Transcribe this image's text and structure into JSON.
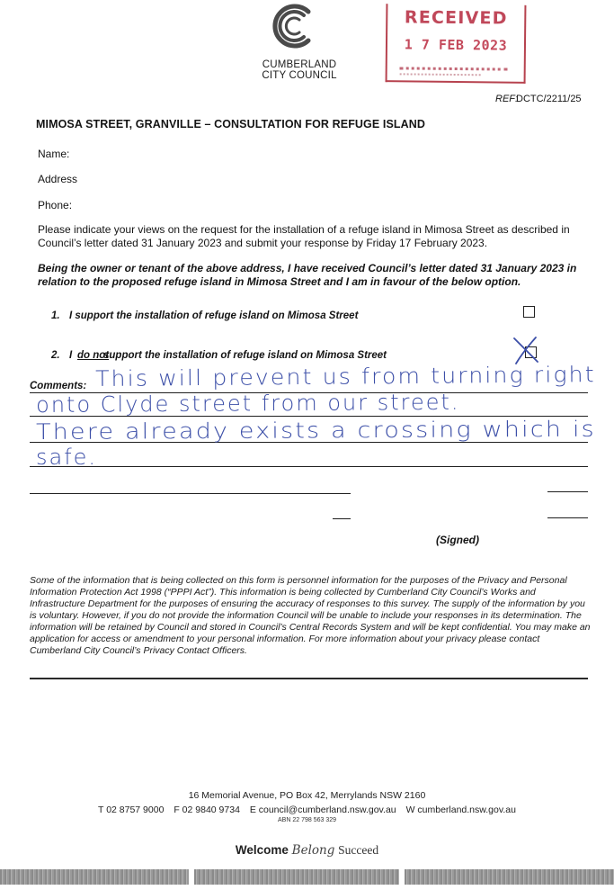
{
  "header": {
    "org_line1": "CUMBERLAND",
    "org_line2": "CITY COUNCIL",
    "stamp_title": "RECEIVED",
    "stamp_date": "1 7 FEB 2023",
    "ref_label": "REF:",
    "ref_value": "DCTC/2211/25"
  },
  "form": {
    "title": "MIMOSA STREET, GRANVILLE – CONSULTATION FOR REFUGE ISLAND",
    "name_label": "Name:",
    "address_label": "Address",
    "phone_label": "Phone:",
    "intro": "Please indicate your views on the request for the installation of a refuge island in Mimosa Street as described in Council’s letter dated 31 January 2023 and submit your response by Friday 17 February 2023.",
    "statement": "Being the owner or tenant of the above address, I have received Council’s letter dated 31 January 2023 in relation to the proposed refuge island in Mimosa Street and I am in favour of the below option.",
    "options": [
      {
        "number": "1.",
        "text": "I support the installation of refuge island on Mimosa Street",
        "checked": false
      },
      {
        "number": "2.",
        "text_a": "I",
        "text_b": "do not",
        "text_c": "support the installation of refuge island on Mimosa Street",
        "checked": true
      }
    ],
    "comments_label": "Comments:",
    "comments_lines": [
      "This will prevent us from turning right",
      "onto Clyde street from our street.",
      "There already exists a crossing which is",
      "safe."
    ],
    "signed_label": "(Signed)"
  },
  "privacy_text": "Some of the information that is being collected on this form is personnel information for the purposes of the Privacy and Personal Information Protection Act 1998 (“PPPI Act”). This information is being collected by Cumberland City Council’s Works and Infrastructure Department for the purposes of ensuring the accuracy of responses to this survey. The supply of the information by you is voluntary. However, if you do not provide the information Council will be unable to include your responses in its determination. The information will be retained by Council and stored in Council’s Central Records System and will be kept confidential. You may make an application for access or amendment to your personal information. For more information about your privacy please contact Cumberland City Council’s Privacy Contact Officers.",
  "footer": {
    "address": "16 Memorial Avenue, PO Box 42, Merrylands NSW 2160",
    "phone": "T 02 8757 9000",
    "fax": "F 02 9840 9734",
    "email": "E council@cumberland.nsw.gov.au",
    "web": "W cumberland.nsw.gov.au",
    "abn": "ABN 22 798 563 329",
    "tagline_a": "Welcome",
    "tagline_b": "Belong",
    "tagline_c": "Succeed"
  },
  "colors": {
    "stamp": "#c0485a",
    "handwriting": "#3c4fa8"
  }
}
